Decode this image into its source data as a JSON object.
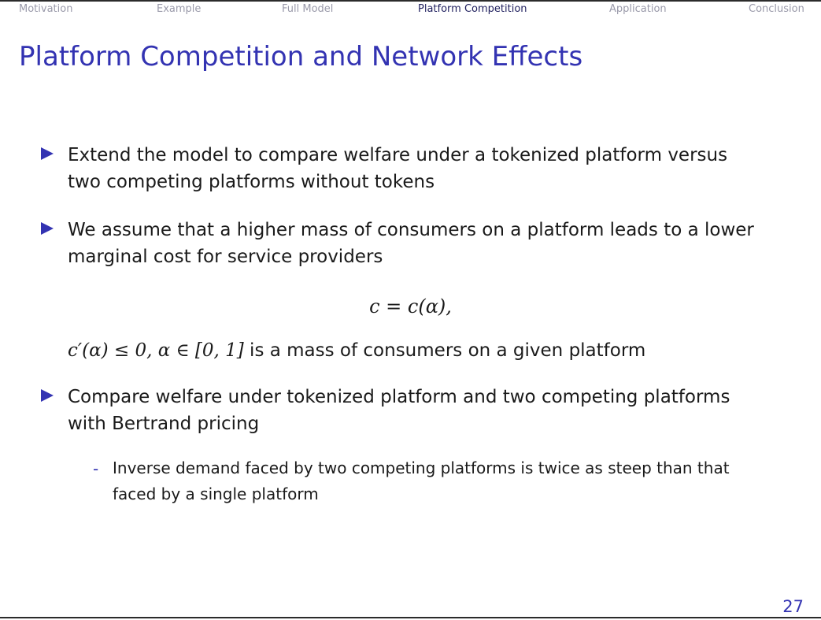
{
  "nav": {
    "items": [
      {
        "label": "Motivation",
        "active": false
      },
      {
        "label": "Example",
        "active": false
      },
      {
        "label": "Full Model",
        "active": false
      },
      {
        "label": "Platform Competition",
        "active": true
      },
      {
        "label": "Application",
        "active": false
      },
      {
        "label": "Conclusion",
        "active": false
      }
    ]
  },
  "slide": {
    "title": "Platform Competition and Network Effects",
    "bullets": [
      "Extend the model to compare welfare under a tokenized platform versus two competing platforms without tokens",
      "We assume that a higher mass of consumers on a platform leads to a lower marginal cost for service providers",
      "Compare welfare under tokenized platform and two competing platforms with Bertrand pricing"
    ],
    "equation": "c = c(α),",
    "equation_desc": {
      "math": "c′(α) ≤ 0, α ∈ [0, 1]",
      "text": " is a mass of consumers on a given platform"
    },
    "sub_bullet_marker": "-",
    "sub_bullet": "Inverse demand faced by two competing platforms is twice as steep than that faced by a single platform",
    "page_number": "27"
  },
  "colors": {
    "accent": "#3333b2",
    "nav_inactive": "#9a9aaa",
    "nav_active": "#1f1f5e"
  },
  "icons": {
    "bullet": "triangle-right-icon"
  }
}
